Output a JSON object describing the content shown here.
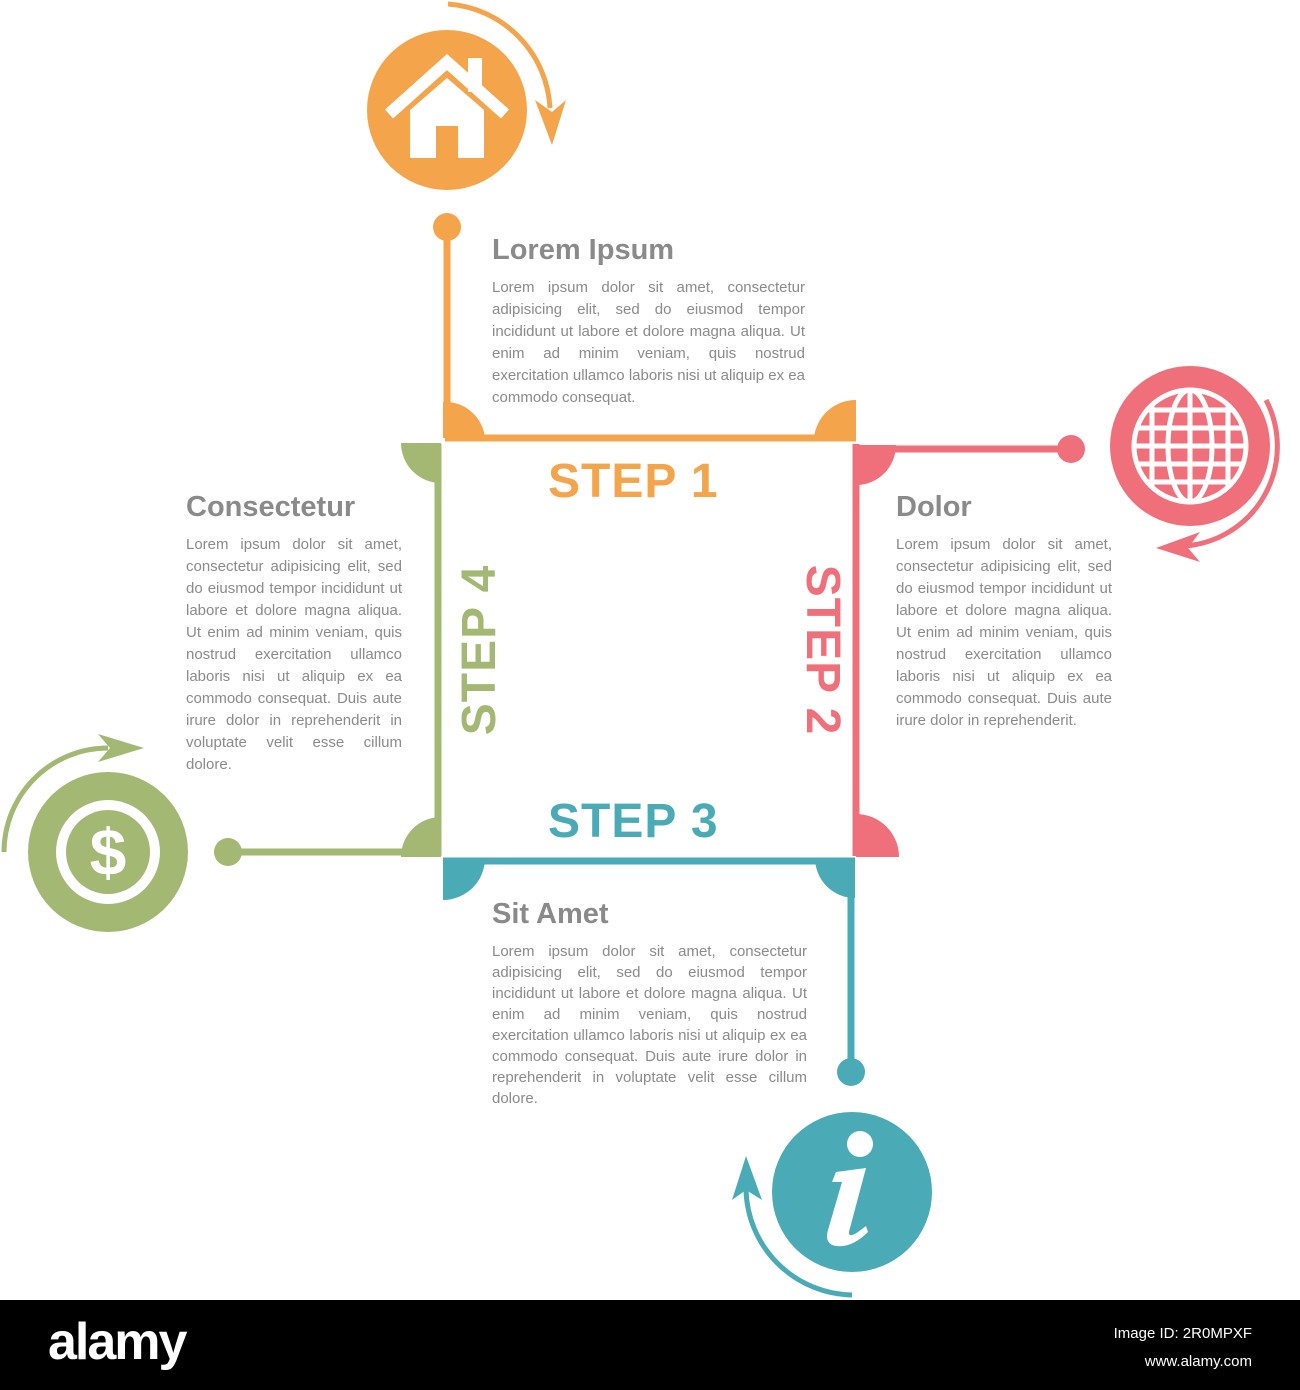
{
  "colors": {
    "step1": "#f4a44b",
    "step2": "#ef6f7a",
    "step3": "#4aabb7",
    "step4": "#a2b873",
    "text": "#8a8a8a"
  },
  "steps": [
    {
      "label": "STEP 1",
      "icon": "house-icon",
      "color": "#f4a44b"
    },
    {
      "label": "STEP 2",
      "icon": "globe-icon",
      "color": "#ef6f7a"
    },
    {
      "label": "STEP 3",
      "icon": "info-icon",
      "color": "#4aabb7"
    },
    {
      "label": "STEP 4",
      "icon": "dollar-coin-icon",
      "color": "#a2b873"
    }
  ],
  "blocks": {
    "top": {
      "title": "Lorem Ipsum",
      "body": "Lorem ipsum dolor sit amet, consectetur adipisicing elit, sed do eiusmod tempor incididunt ut labore et dolore magna aliqua. Ut enim ad minim veniam, quis nostrud exercitation ullamco laboris nisi ut aliquip ex ea commodo consequat."
    },
    "right": {
      "title": "Dolor",
      "body": "Lorem ipsum dolor sit amet, consectetur adipisicing elit, sed do eiusmod tempor incididunt ut labore et dolore magna aliqua. Ut enim ad minim veniam, quis nostrud exercitation ullamco laboris nisi ut aliquip ex ea commodo consequat. Duis aute irure dolor in reprehenderit."
    },
    "bottom": {
      "title": "Sit Amet",
      "body": "Lorem ipsum dolor sit amet, consectetur adipisicing elit, sed do eiusmod tempor incididunt ut labore et dolore magna aliqua. Ut enim ad minim veniam, quis nostrud exercitation ullamco laboris nisi ut aliquip ex ea commodo consequat. Duis aute irure dolor in reprehenderit in voluptate velit esse cillum dolore."
    },
    "left": {
      "title": "Consectetur",
      "body": "Lorem ipsum dolor sit amet, consectetur adipisicing elit, sed do eiusmod tempor incididunt ut labore et dolore magna aliqua. Ut enim ad minim veniam, quis nostrud exercitation ullamco laboris nisi ut aliquip ex ea commodo consequat. Duis aute irure dolor in reprehenderit in voluptate velit esse cillum dolore."
    }
  },
  "watermark": {
    "logo": "alamy",
    "image_id": "Image ID: 2R0MPXF",
    "site": "www.alamy.com"
  }
}
